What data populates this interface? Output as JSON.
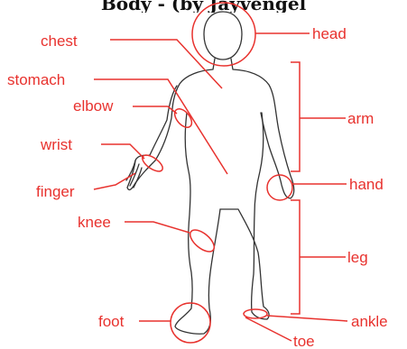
{
  "title": "Body - (by Jayvengel",
  "colors": {
    "label": "#e8322e",
    "outline": "#333333"
  },
  "labels": {
    "chest": "chest",
    "head": "head",
    "stomach": "stomach",
    "elbow": "elbow",
    "arm": "arm",
    "wrist": "wrist",
    "hand": "hand",
    "finger": "finger",
    "knee": "knee",
    "leg": "leg",
    "foot": "foot",
    "ankle": "ankle",
    "toe": "toe"
  }
}
